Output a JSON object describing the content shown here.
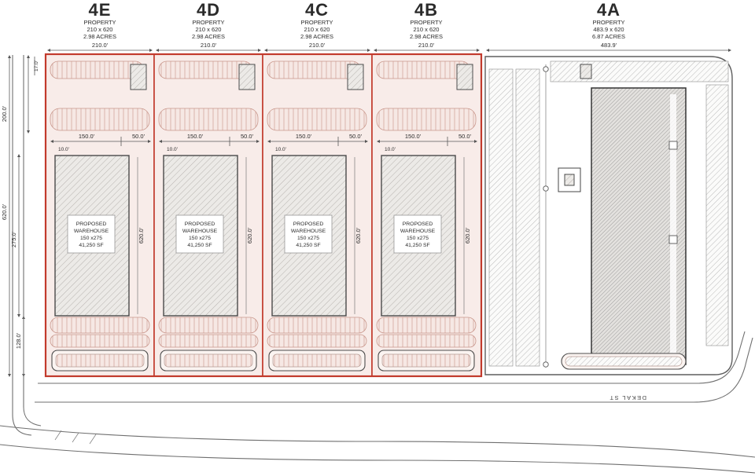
{
  "drawing": {
    "street_name": "DEKAL ST",
    "colors": {
      "parcel_outline": "#c23a2c",
      "parcel_fill": "#f8ece9",
      "line": "#5a5a5a",
      "hatch": "#a8a39e"
    },
    "parcels": [
      {
        "id": "4E",
        "label": "PROPERTY",
        "size": "210 x 620",
        "acres": "2.98 ACRES",
        "frontage": "210.0'"
      },
      {
        "id": "4D",
        "label": "PROPERTY",
        "size": "210 x 620",
        "acres": "2.98 ACRES",
        "frontage": "210.0'"
      },
      {
        "id": "4C",
        "label": "PROPERTY",
        "size": "210 x 620",
        "acres": "2.98 ACRES",
        "frontage": "210.0'"
      },
      {
        "id": "4B",
        "label": "PROPERTY",
        "size": "210 x 620",
        "acres": "2.98 ACRES",
        "frontage": "210.0'"
      },
      {
        "id": "4A",
        "label": "PROPERTY",
        "size": "483.9 x 620",
        "acres": "6.87 ACRES",
        "frontage": "483.9'"
      }
    ],
    "warehouse": {
      "line1": "PROPOSED",
      "line2": "WAREHOUSE",
      "line3": "150 x275",
      "line4": "41,250 SF"
    },
    "dims": {
      "w150": "150.0'",
      "w50": "50.0'",
      "w10": "10.0'",
      "h620": "620.0'",
      "h200": "200.0'",
      "h17": "17.0'",
      "h275": "275.0'",
      "h128": "128.0'"
    }
  }
}
